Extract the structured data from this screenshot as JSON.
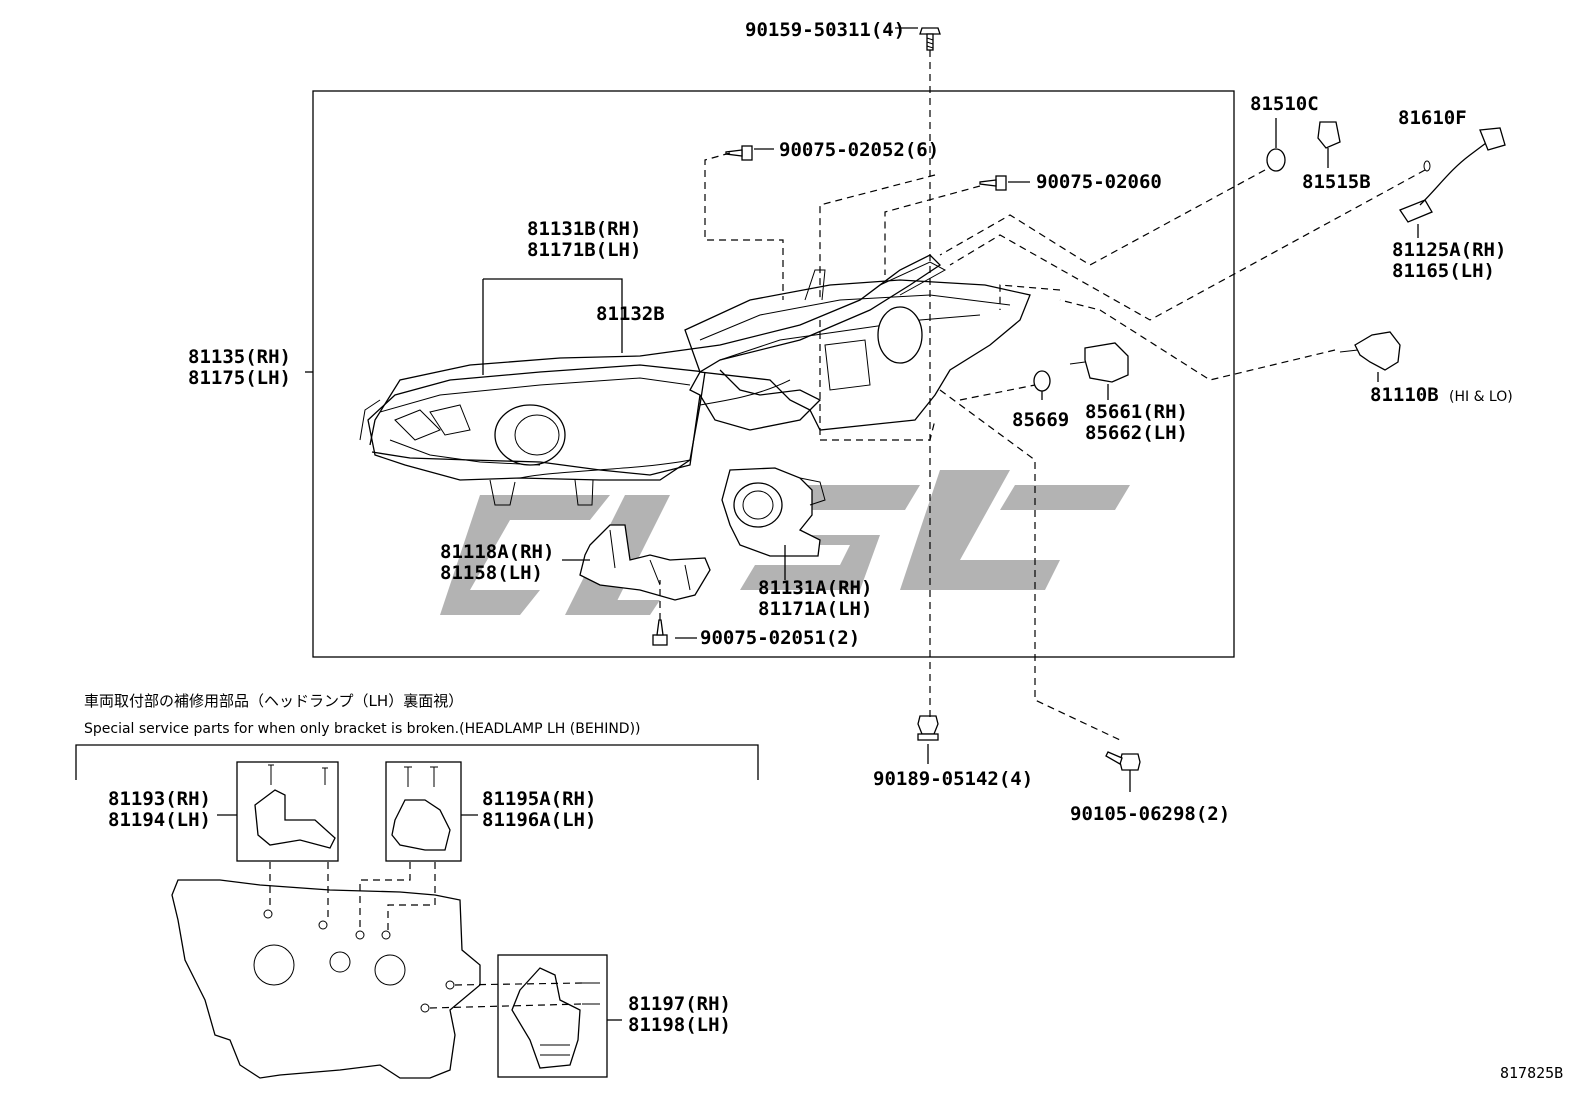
{
  "diagram": {
    "figure_code": "817825B",
    "watermark": "CJSC",
    "top_parts": {
      "screw_top": "90159-50311(4)",
      "screw_upper_left": "90075-02052(6)",
      "screw_upper_mid": "90075-02060",
      "lens_bracket_rh": "81131B(RH)",
      "lens_bracket_lh": "81171B(LH)",
      "part_81132B": "81132B",
      "headlamp_assy_rh": "81135(RH)",
      "headlamp_assy_lh": "81175(LH)",
      "bulb_81510C": "81510C",
      "socket_81515B": "81515B",
      "bulb_81610F": "81610F",
      "socket_rh": "81125A(RH)",
      "socket_lh": "81165(LH)",
      "bulb_hi_lo": "81110B",
      "bulb_hi_lo_note": "(HI & LO)",
      "ring_85669": "85669",
      "actuator_rh": "85661(RH)",
      "actuator_lh": "85662(LH)",
      "lower_bracket_rh": "81118A(RH)",
      "lower_bracket_lh": "81158(LH)",
      "projector_rh": "81131A(RH)",
      "projector_lh": "81171A(LH)",
      "screw_bottom_bracket": "90075-02051(2)",
      "clip_90189": "90189-05142(4)",
      "bolt_90105": "90105-06298(2)"
    },
    "service_section": {
      "title_jp": "車両取付部の補修用部品（ヘッドランプ（LH）裏面視）",
      "title_en": "Special service parts for when only bracket is broken.(HEADLAMP LH (BEHIND))",
      "kit1_rh": "81193(RH)",
      "kit1_lh": "81194(LH)",
      "kit2_rh": "81195A(RH)",
      "kit2_lh": "81196A(LH)",
      "kit3_rh": "81197(RH)",
      "kit3_lh": "81198(LH)"
    }
  }
}
